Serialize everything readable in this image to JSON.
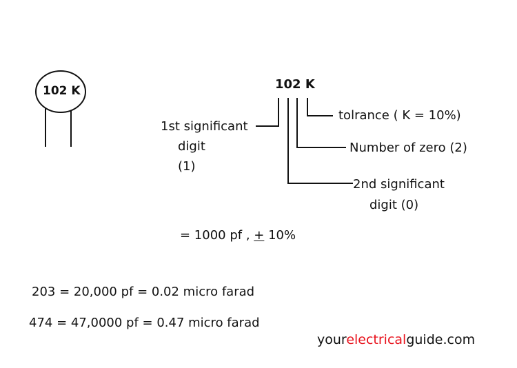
{
  "capacitor": {
    "label": "102 K"
  },
  "code": {
    "label": "102 K"
  },
  "annotations": {
    "first_significant_line1": "1st significant",
    "first_significant_line2": "digit",
    "first_significant_line3": "(1)",
    "tolerance": "tolrance ( K = 10%)",
    "number_of_zero": "Number of zero (2)",
    "second_significant_line1": "2nd significant",
    "second_significant_line2": "digit  (0)"
  },
  "result": {
    "prefix": "= 1000 pf , ",
    "plus_minus": "+",
    "suffix": " 10%"
  },
  "examples": [
    "203 = 20,000 pf = 0.02 micro farad",
    "474 = 47,0000 pf = 0.47 micro farad"
  ],
  "branding": {
    "part1": "your",
    "part2": "electrical",
    "part3": "guide.com"
  },
  "colors": {
    "brand_accent": "#e8121c",
    "text": "#111111"
  }
}
